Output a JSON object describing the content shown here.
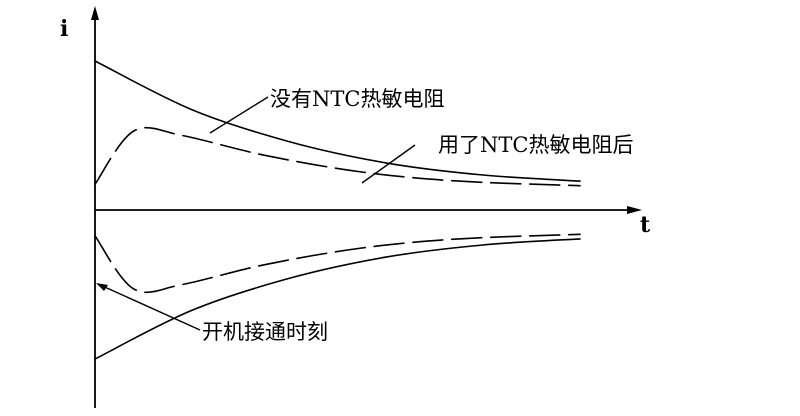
{
  "chart_data": {
    "type": "line",
    "xlabel": "t",
    "ylabel": "i",
    "grid": false,
    "legend": "none",
    "series": [
      {
        "values": [
          [
            0,
            0.98
          ],
          [
            0.2,
            0.66
          ],
          [
            0.4,
            0.45
          ],
          [
            0.6,
            0.31
          ],
          [
            0.8,
            0.23
          ],
          [
            1.0,
            0.19
          ]
        ]
      },
      {
        "values": [
          [
            0,
            0.17
          ],
          [
            0.08,
            0.52
          ],
          [
            0.18,
            0.49
          ],
          [
            0.35,
            0.36
          ],
          [
            0.55,
            0.25
          ],
          [
            0.75,
            0.19
          ],
          [
            1.0,
            0.16
          ]
        ]
      },
      {
        "values": [
          [
            0,
            -0.17
          ],
          [
            0.08,
            -0.52
          ],
          [
            0.18,
            -0.49
          ],
          [
            0.35,
            -0.36
          ],
          [
            0.55,
            -0.25
          ],
          [
            0.75,
            -0.19
          ],
          [
            1.0,
            -0.16
          ]
        ]
      },
      {
        "values": [
          [
            0,
            -0.98
          ],
          [
            0.2,
            -0.66
          ],
          [
            0.4,
            -0.45
          ],
          [
            0.6,
            -0.31
          ],
          [
            0.8,
            -0.23
          ],
          [
            1.0,
            -0.19
          ]
        ]
      }
    ],
    "annotations": [
      {
        "text": "没有NTC热敏电阻"
      },
      {
        "text": "用了NTC热敏电阻后"
      },
      {
        "text": "开机接通时刻"
      }
    ]
  }
}
